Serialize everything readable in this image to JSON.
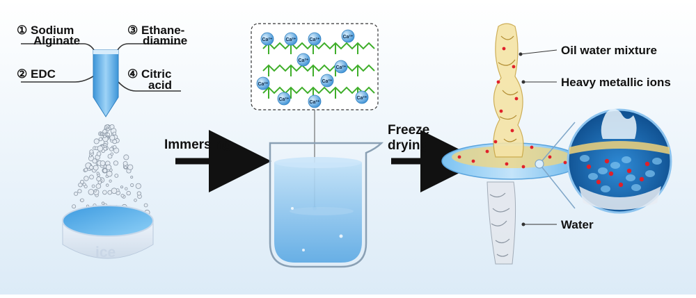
{
  "ingredients": [
    {
      "num": "①",
      "lines": [
        "Sodium",
        "Alginate"
      ]
    },
    {
      "num": "②",
      "lines": [
        "EDC"
      ]
    },
    {
      "num": "③",
      "lines": [
        "Ethane-",
        "diamine"
      ]
    },
    {
      "num": "④",
      "lines": [
        "Citric",
        "acid"
      ]
    }
  ],
  "ice_label": "ice",
  "steps": {
    "immersing": "Immersing",
    "freeze_line1": "Freeze",
    "freeze_line2": "drying"
  },
  "ion_label": "Ca²⁺",
  "callouts": {
    "oil_water": "Oil water mixture",
    "heavy_metal": "Heavy metallic ions",
    "water": "Water"
  },
  "colors": {
    "nozzle": "#5aaee8",
    "alginate_chain": "#3fae2a",
    "ion_fill": "#4da3e0",
    "water": "#8fc7ee",
    "oil": "#e8c766",
    "metal_dot": "#e0202a",
    "arrow": "#111111"
  }
}
